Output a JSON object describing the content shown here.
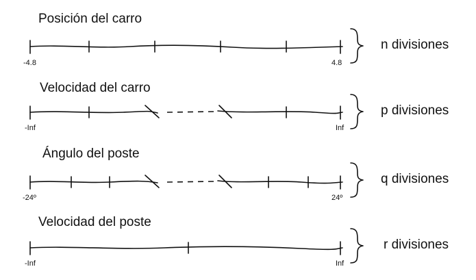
{
  "rows": [
    {
      "title": "Posición del carro",
      "left_label": "-4.8",
      "right_label": "4.8",
      "divisions_label": "n divisiones",
      "broken": false
    },
    {
      "title": "Velocidad del carro",
      "left_label": "-Inf",
      "right_label": "Inf",
      "divisions_label": "p divisiones",
      "broken": true
    },
    {
      "title": "Ángulo del poste",
      "left_label": "-24º",
      "right_label": "24º",
      "divisions_label": "q divisiones",
      "broken": true
    },
    {
      "title": "Velocidad del poste",
      "left_label": "-Inf",
      "right_label": "Inf",
      "divisions_label": "r divisiones",
      "broken": false
    }
  ]
}
